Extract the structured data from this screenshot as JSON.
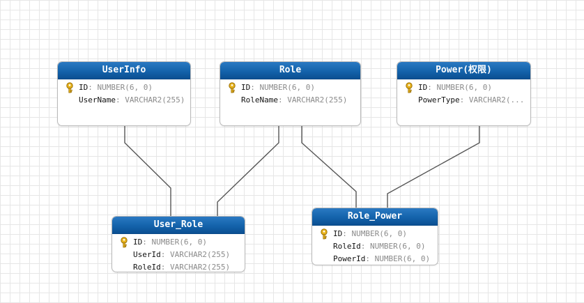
{
  "diagram": {
    "colors": {
      "header_top": "#2a79c2",
      "header_bottom": "#0b4f92",
      "header_text": "#ffffff",
      "border": "#b9b9b9",
      "column_name": "#111111",
      "column_type": "#8a8a8a",
      "connector": "#555555",
      "key_icon": "#e8b41e"
    },
    "entities": [
      {
        "name": "UserInfo",
        "columns": [
          {
            "name": "ID",
            "type": "NUMBER(6, 0)",
            "primary_key": true
          },
          {
            "name": "UserName",
            "type": "VARCHAR2(255)",
            "primary_key": false
          }
        ]
      },
      {
        "name": "Role",
        "columns": [
          {
            "name": "ID",
            "type": "NUMBER(6, 0)",
            "primary_key": true
          },
          {
            "name": "RoleName",
            "type": "VARCHAR2(255)",
            "primary_key": false
          }
        ]
      },
      {
        "name": "Power(权限)",
        "columns": [
          {
            "name": "ID",
            "type": "NUMBER(6, 0)",
            "primary_key": true
          },
          {
            "name": "PowerType",
            "type": "VARCHAR2(...",
            "primary_key": false
          }
        ]
      },
      {
        "name": "User_Role",
        "columns": [
          {
            "name": "ID",
            "type": "NUMBER(6, 0)",
            "primary_key": true
          },
          {
            "name": "UserId",
            "type": "VARCHAR2(255)",
            "primary_key": false
          },
          {
            "name": "RoleId",
            "type": "VARCHAR2(255)",
            "primary_key": false
          }
        ]
      },
      {
        "name": "Role_Power",
        "columns": [
          {
            "name": "ID",
            "type": "NUMBER(6, 0)",
            "primary_key": true
          },
          {
            "name": "RoleId",
            "type": "NUMBER(6, 0)",
            "primary_key": false
          },
          {
            "name": "PowerId",
            "type": "NUMBER(6, 0)",
            "primary_key": false
          }
        ]
      }
    ],
    "relations": [
      {
        "from": "UserInfo",
        "to": "User_Role"
      },
      {
        "from": "Role",
        "to": "User_Role"
      },
      {
        "from": "Role",
        "to": "Role_Power"
      },
      {
        "from": "Power(权限)",
        "to": "Role_Power"
      }
    ]
  }
}
